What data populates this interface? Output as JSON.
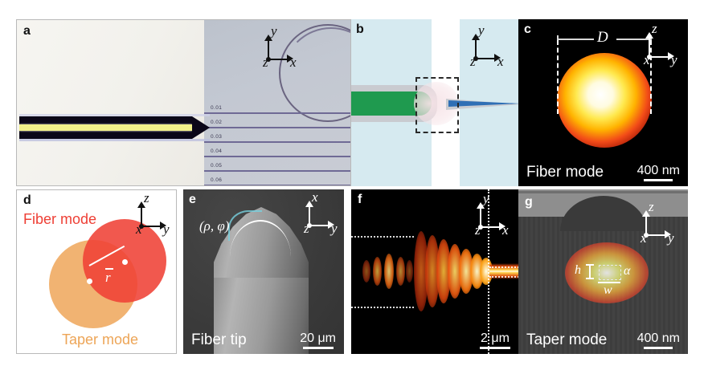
{
  "figure": {
    "caption_id": "fiber-taper-mode-coupling-figure",
    "panel_labels": [
      "a",
      "b",
      "c",
      "d",
      "e",
      "f",
      "g"
    ]
  },
  "panels": {
    "a": {
      "label": "a",
      "axes": {
        "up": "y",
        "right": "x",
        "diag": "z"
      },
      "ruler_numbers": [
        "0.01",
        "0.02",
        "0.03",
        "0.04",
        "0.05",
        "0.06"
      ]
    },
    "b": {
      "label": "b",
      "axes": {
        "up": "y",
        "right": "x",
        "diag": "z"
      }
    },
    "c": {
      "label": "c",
      "axes": {
        "up": "z",
        "right": "y",
        "diag": "x"
      },
      "dimension_label": "D",
      "mode_label": "Fiber mode",
      "scale_value": "400 nm"
    },
    "d": {
      "label": "d",
      "axes": {
        "up": "z",
        "right": "y",
        "diag": "x"
      },
      "fiber_mode_label": "Fiber mode",
      "taper_mode_label": "Taper mode",
      "vector_label": "r",
      "fiber_color": "#ef4136",
      "taper_color": "#efa95f"
    },
    "e": {
      "label": "e",
      "axes": {
        "up": "x",
        "right": "y",
        "diag": "z"
      },
      "coord_label": "(ρ, φ)",
      "caption": "Fiber tip",
      "scale_value": "20 μm"
    },
    "f": {
      "label": "f",
      "axes": {
        "up": "y",
        "right": "x",
        "diag": "z"
      },
      "scale_value": "2 μm"
    },
    "g": {
      "label": "g",
      "axes": {
        "up": "z",
        "right": "y",
        "diag": "x"
      },
      "height_label": "h",
      "width_label": "w",
      "angle_label": "α",
      "mode_label": "Taper mode",
      "scale_value": "400 nm"
    }
  }
}
